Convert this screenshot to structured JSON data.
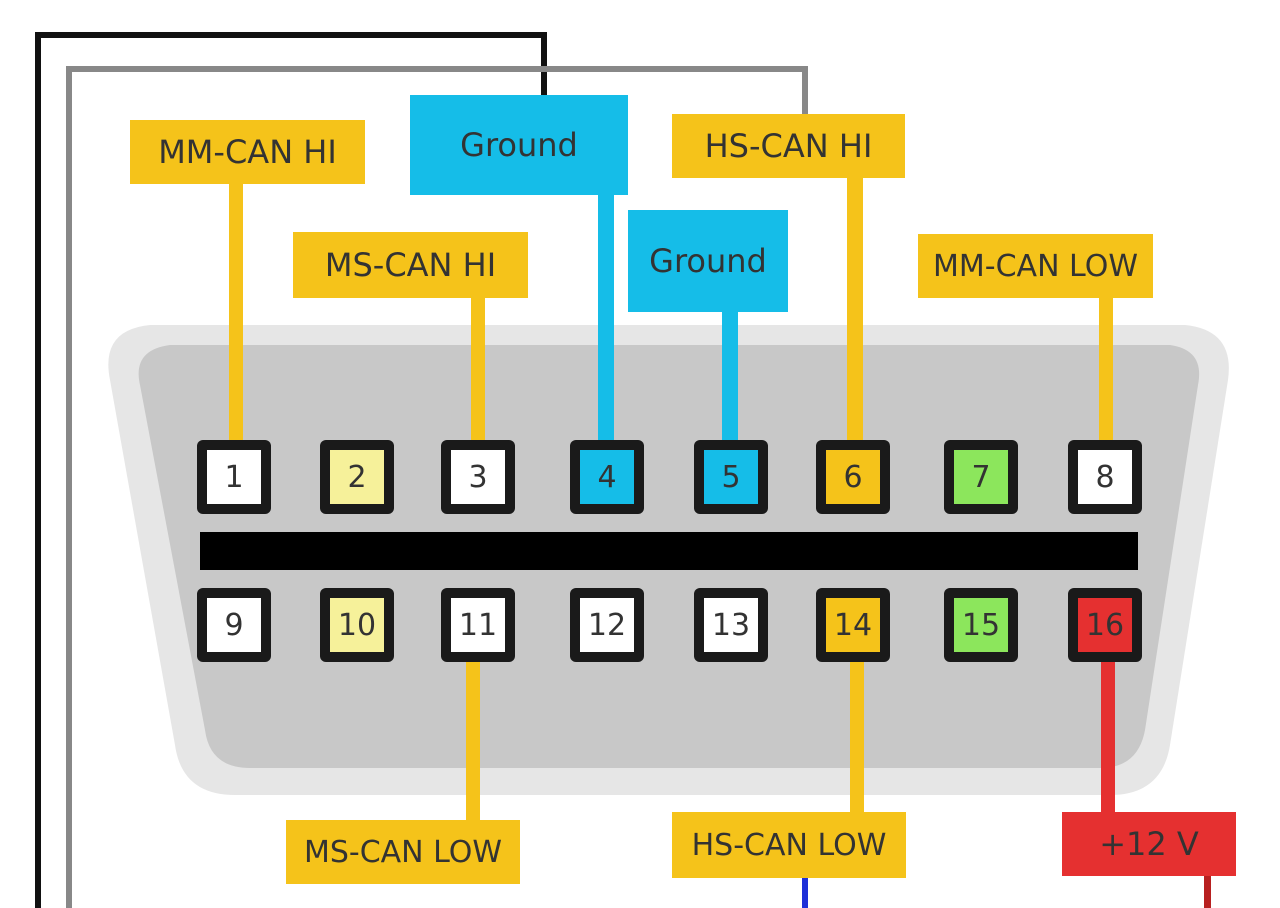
{
  "colors": {
    "yellow": "#f5c31a",
    "blue": "#15bde8",
    "red": "#e53030",
    "green": "#8ce65c",
    "pale_yellow": "#f6f19a",
    "white": "#ffffff",
    "connector_outer": "#e6e6e6",
    "connector_inner": "#c8c8c8",
    "separator": "#000000"
  },
  "labels": {
    "mm_can_hi": "MM-CAN HI",
    "ground_a": "Ground",
    "hs_can_hi": "HS-CAN HI",
    "ms_can_hi": "MS-CAN HI",
    "ground_b": "Ground",
    "mm_can_low": "MM-CAN LOW",
    "ms_can_low": "MS-CAN LOW",
    "hs_can_low": "HS-CAN LOW",
    "plus_12v": "+12 V"
  },
  "pins": [
    {
      "number": "1",
      "color": "white"
    },
    {
      "number": "2",
      "color": "pale_yellow"
    },
    {
      "number": "3",
      "color": "white"
    },
    {
      "number": "4",
      "color": "blue"
    },
    {
      "number": "5",
      "color": "blue"
    },
    {
      "number": "6",
      "color": "yellow"
    },
    {
      "number": "7",
      "color": "green"
    },
    {
      "number": "8",
      "color": "white"
    },
    {
      "number": "9",
      "color": "white"
    },
    {
      "number": "10",
      "color": "pale_yellow"
    },
    {
      "number": "11",
      "color": "white"
    },
    {
      "number": "12",
      "color": "white"
    },
    {
      "number": "13",
      "color": "white"
    },
    {
      "number": "14",
      "color": "yellow"
    },
    {
      "number": "15",
      "color": "green"
    },
    {
      "number": "16",
      "color": "red"
    }
  ]
}
